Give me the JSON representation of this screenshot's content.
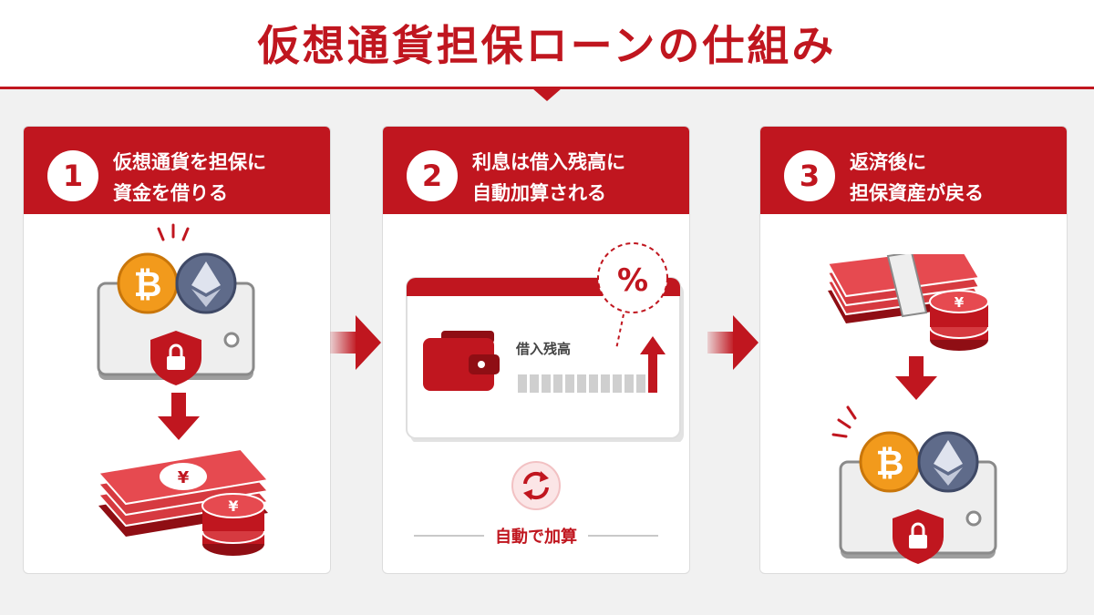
{
  "title": "仮想通貨担保ローンの仕組み",
  "steps": [
    {
      "number": "1",
      "line1": "仮想通貨を担保に",
      "line2": "資金を借りる"
    },
    {
      "number": "2",
      "line1": "利息は借入残高に",
      "line2": "自動加算される"
    },
    {
      "number": "3",
      "line1": "返済後に",
      "line2": "担保資産が戻る"
    }
  ],
  "step2_card": {
    "percent_symbol": "%",
    "balance_label": "借入残高",
    "auto_label": "自動で加算"
  },
  "coins": {
    "bitcoin_symbol": "₿",
    "yen_symbol": "¥"
  },
  "colors": {
    "brand_red": "#c0161f",
    "bitcoin_orange": "#f29a1c",
    "ethereum_gray": "#5f6b8a"
  }
}
